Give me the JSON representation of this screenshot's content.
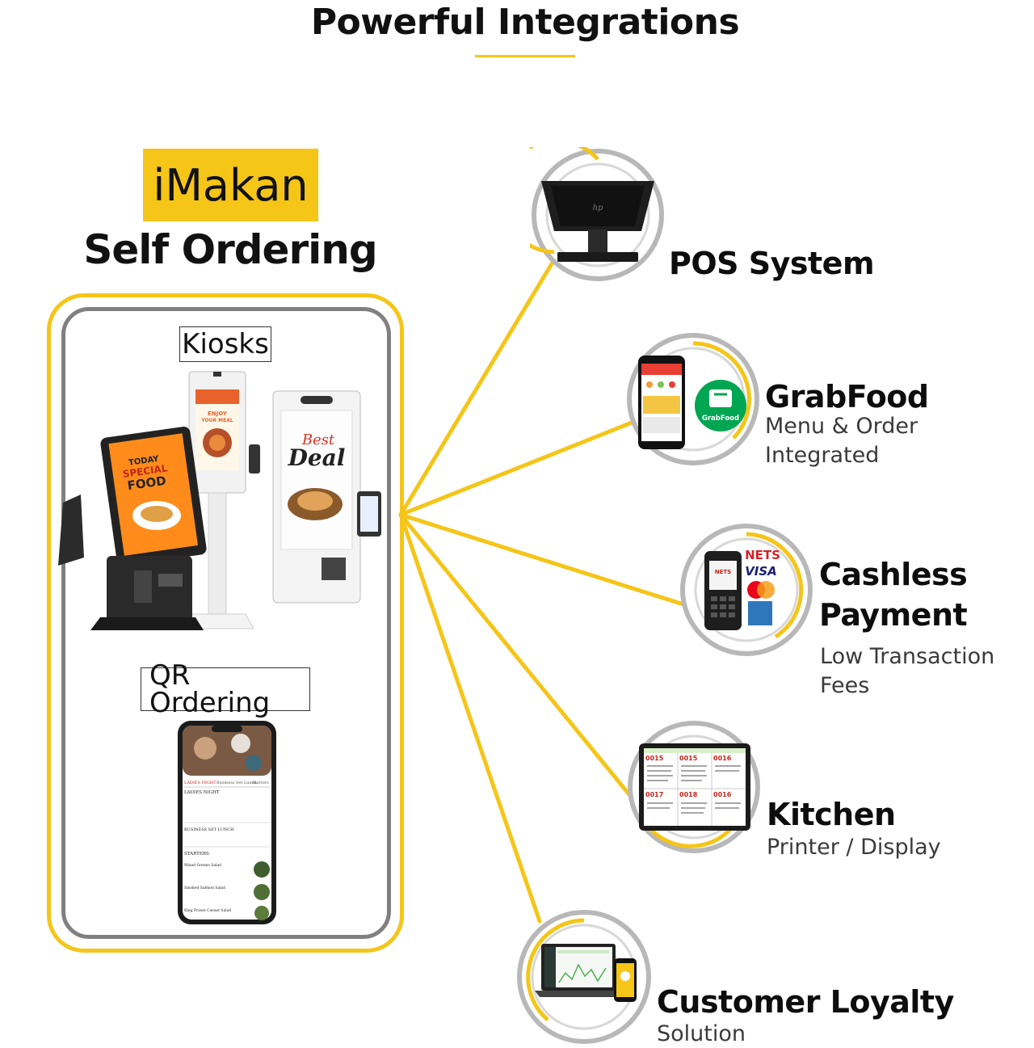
{
  "heading": "Powerful Integrations",
  "brand": {
    "name": "iMakan",
    "product": "Self Ordering",
    "kiosks_label": "Kiosks",
    "qr_label": "QR Ordering"
  },
  "kiosk_screens": {
    "left_line1": "TODAY",
    "left_line2": "SPECIAL",
    "left_line3": "FOOD",
    "middle_line1": "ENJOY",
    "middle_line2": "YOUR MEAL",
    "right_script1": "Best",
    "right_script2": "Deal"
  },
  "qr_menu": {
    "tabs": [
      "LADIES NIGHT",
      "Business Set Lunch",
      "Starters"
    ],
    "sections": [
      "LADIES NIGHT",
      "BUSINESS SET LUNCH",
      "STARTERS"
    ],
    "items": [
      "Mixed Greens Salad",
      "Smoked Salmon Salad",
      "King Prawn Caesar Salad"
    ]
  },
  "integrations": [
    {
      "title": "POS System",
      "subtitle": [],
      "icon": "pos-terminal"
    },
    {
      "title": "GrabFood",
      "subtitle": [
        "Menu & Order",
        "Integrated"
      ],
      "icon": "grabfood",
      "badge": "GrabFood"
    },
    {
      "title": "Cashless",
      "title2": "Payment",
      "subtitle": [
        "Low Transaction Fees"
      ],
      "icon": "payment-terminal",
      "brands": [
        "NETS",
        "VISA"
      ]
    },
    {
      "title": "Kitchen",
      "subtitle": [
        "Printer / Display"
      ],
      "icon": "kitchen-display",
      "orders": [
        "0015",
        "0015",
        "0016",
        "0017",
        "0018",
        "0016"
      ]
    },
    {
      "title": "Customer Loyalty",
      "subtitle": [
        "Solution"
      ],
      "icon": "loyalty-laptop"
    }
  ],
  "colors": {
    "accent": "#f5c518",
    "frame_grey": "#808080",
    "grab_green": "#00a651"
  }
}
